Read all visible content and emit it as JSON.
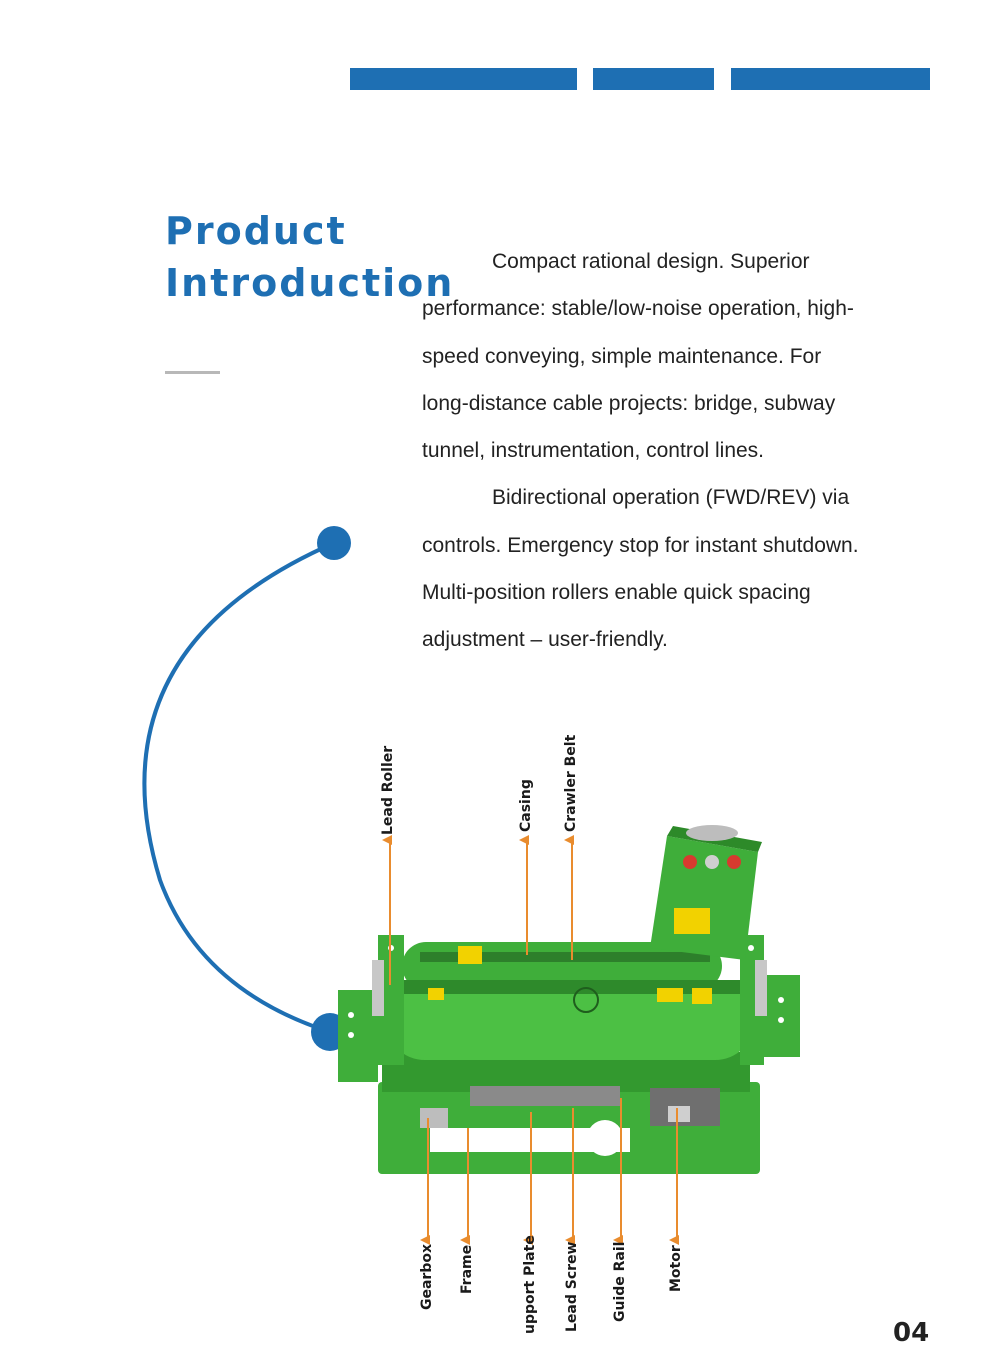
{
  "header": {
    "accent_color": "#1e6fb3"
  },
  "section": {
    "title_line1": "Product",
    "title_line2": "Introduction"
  },
  "body": {
    "paragraph1": "Compact rational design. Superior performance: stable/low-noise operation, high-speed conveying, simple maintenance. For long-distance cable projects: bridge, subway tunnel, instrumentation, control lines.",
    "paragraph2": "Bidirectional operation (FWD/REV) via controls. Emergency stop for instant shutdown. Multi-position rollers enable quick spacing adjustment – user-friendly."
  },
  "diagram": {
    "top_labels": {
      "lead_roller": "Lead Roller",
      "casing": "Casing",
      "crawler_belt": "Crawler Belt"
    },
    "bottom_labels": {
      "gearbox": "Gearbox",
      "frame": "Frame",
      "support_plate": "upport Plate",
      "lead_screw": "Lead Screw",
      "guide_rail": "Guide Rail",
      "motor": "Motor"
    },
    "colors": {
      "machine_green": "#3fae3a",
      "arrow_orange": "#e98c2e",
      "arc_blue": "#1e6fb3"
    }
  },
  "footer": {
    "page_number": "04"
  }
}
